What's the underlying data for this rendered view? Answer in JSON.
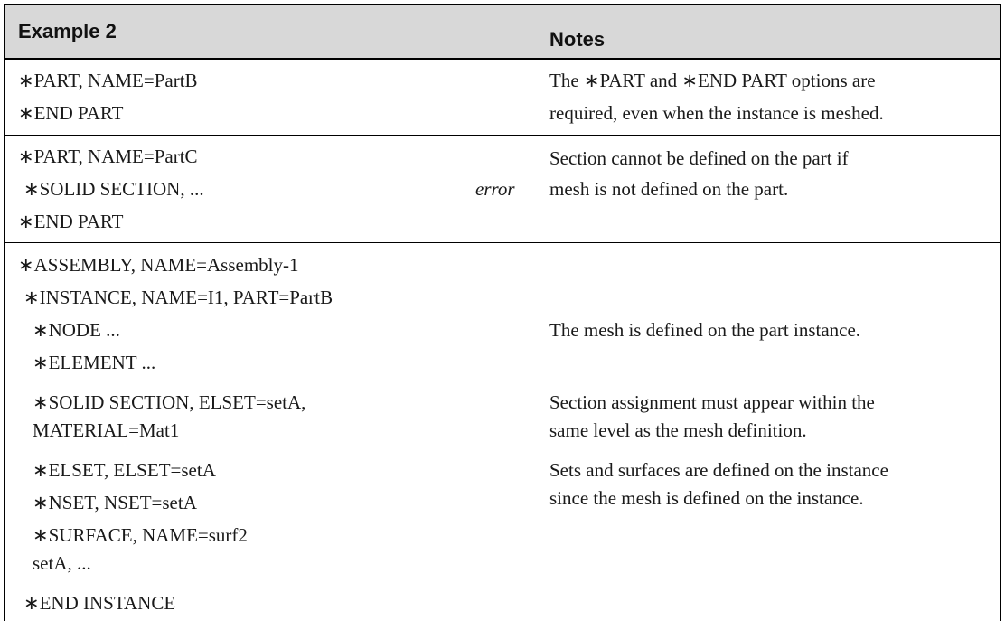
{
  "header": {
    "col1": "Example 2",
    "col2": "Notes"
  },
  "rows": [
    {
      "code": [
        "∗PART, NAME=PartB",
        "∗END PART"
      ],
      "notes": [
        "The ∗PART and ∗END PART options are",
        "required, even when the instance is meshed."
      ]
    },
    {
      "code": [
        "∗PART, NAME=PartC",
        "∗SOLID SECTION, ...",
        "∗END PART"
      ],
      "error": "error",
      "notes": [
        "Section cannot be defined on the part if",
        "mesh is not defined on the part."
      ]
    },
    {
      "code": [
        "∗ASSEMBLY, NAME=Assembly-1",
        "∗INSTANCE, NAME=I1, PART=PartB",
        "∗NODE ...",
        "∗ELEMENT ...",
        "∗SOLID SECTION, ELSET=setA,",
        "MATERIAL=Mat1",
        "∗ELSET, ELSET=setA",
        "∗NSET, NSET=setA",
        "∗SURFACE, NAME=surf2",
        "setA, ...",
        "∗END INSTANCE"
      ],
      "notes": [
        "The mesh is defined on the part instance.",
        "Section assignment must appear within the",
        "same level as the mesh definition.",
        "Sets and surfaces are defined on the instance",
        "since the mesh is defined on the instance."
      ]
    }
  ]
}
